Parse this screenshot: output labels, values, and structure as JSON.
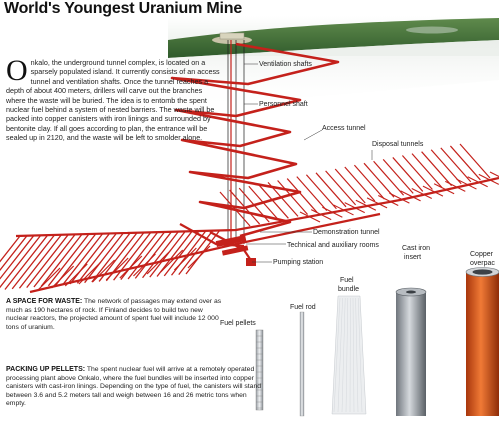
{
  "title": "World's Youngest Uranium Mine",
  "intro": {
    "dropcap": "O",
    "text": "nkalo, the underground tunnel complex, is located on a sparsely populated island. It currently consists of an access tunnel and ventilation shafts. Once the tunnel reaches a depth of about 400 meters, drillers will carve out the branches where the waste will be buried. The idea is to entomb the spent nuclear fuel behind a system of nested barriers. The waste will be packed into copper canisters with iron linings and surrounded by bentonite clay. If all goes according to plan, the entrance will be sealed up in 2120, and the waste will be left to smolder alone."
  },
  "labels": {
    "ventilation": "Ventilation shafts",
    "personnel": "Personnel shaft",
    "access": "Access tunnel",
    "disposal": "Disposal tunnels",
    "demonstration": "Demonstration tunnel",
    "technical": "Technical and auxiliary rooms",
    "pumping": "Pumping station",
    "cast_iron_1": "Cast iron",
    "cast_iron_2": "insert",
    "copper_1": "Copper",
    "copper_2": "overpac",
    "fuel_bundle_1": "Fuel",
    "fuel_bundle_2": "bundle",
    "fuel_rod": "Fuel rod",
    "fuel_pellets": "Fuel pellets"
  },
  "space": {
    "heading": "A SPACE FOR WASTE:",
    "text": " The network of passages may extend over as much as 190 hectares of rock. If Finland decides to build two new nuclear reactors, the projected amount of spent fuel will include 12 000 tons of uranium."
  },
  "packing": {
    "heading": "PACKING UP PELLETS:",
    "text": " The spent nuclear fuel will arrive at a remotely operated processing plant above Onkalo, where the fuel bundles will be inserted into copper canisters with cast-iron linings. Depending on the type of fuel, the canisters will stand between 3.6 and 5.2 meters tall and weigh between 16 and 26 metric tons when empty."
  },
  "colors": {
    "tunnel": "#c4211b",
    "copper": "#d9541c",
    "iron": "#8f959b",
    "ground": "#3f6b36"
  }
}
